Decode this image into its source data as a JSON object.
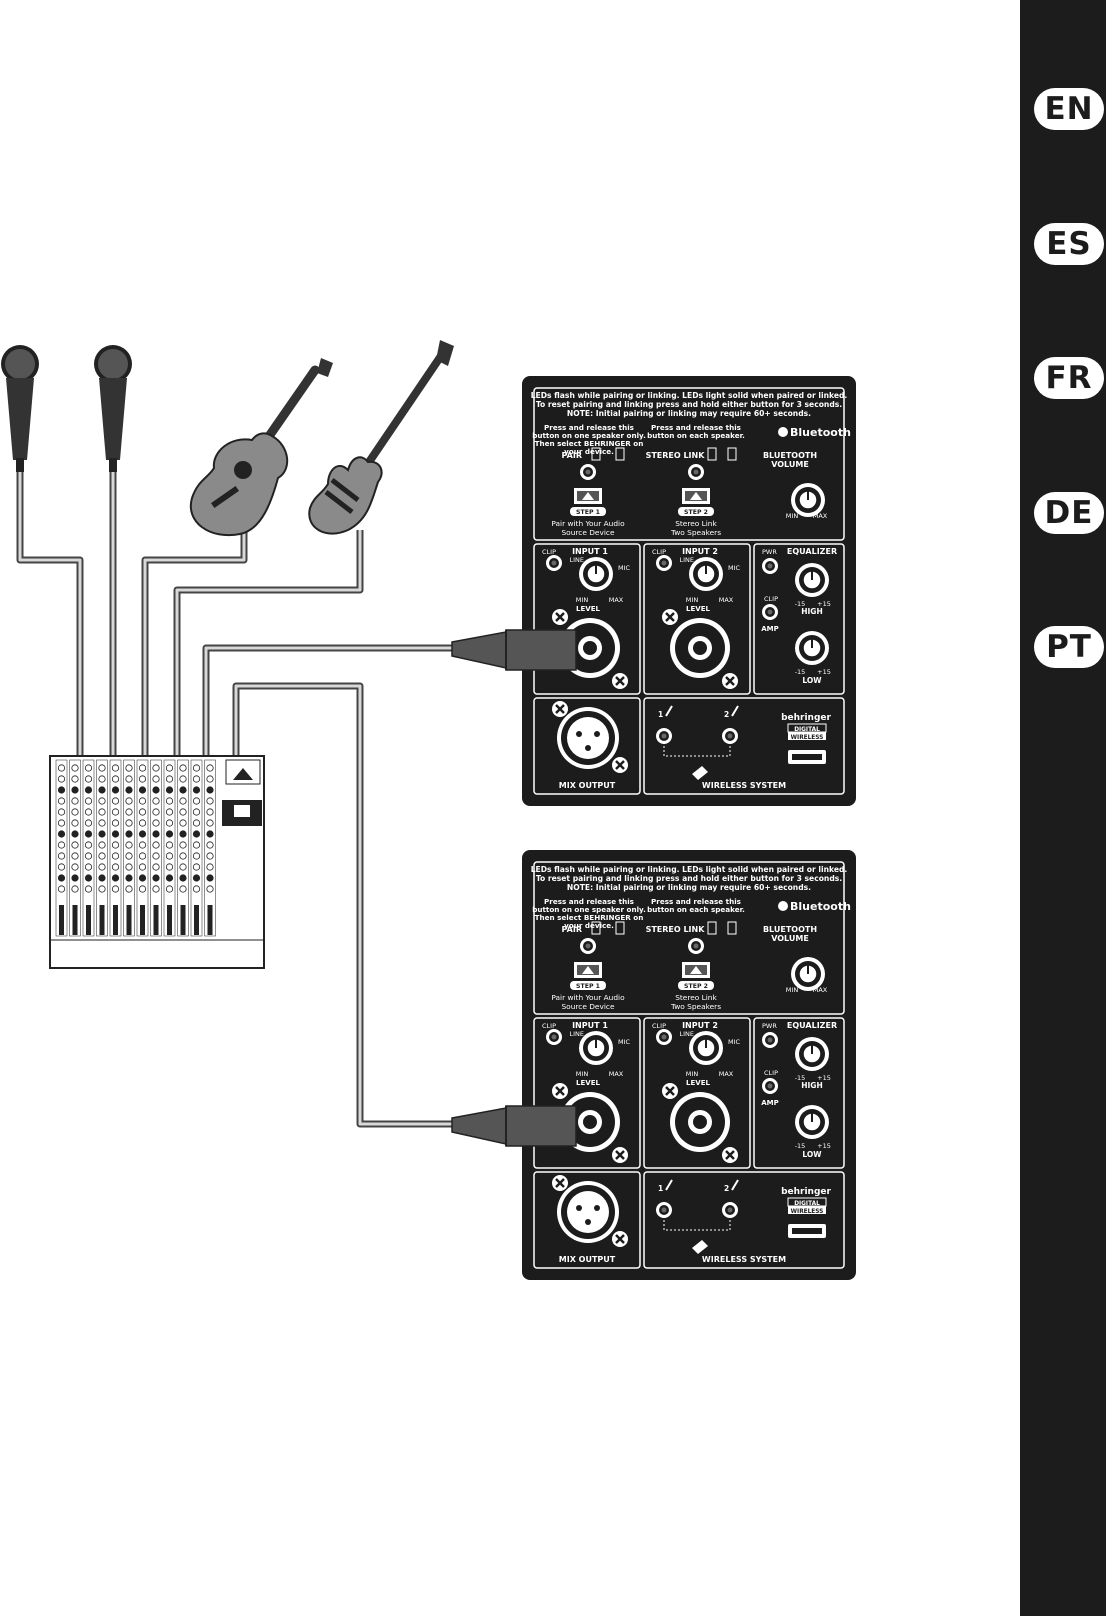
{
  "languages": [
    "EN",
    "ES",
    "FR",
    "DE",
    "PT"
  ],
  "panel": {
    "notice_1": "LEDs flash while pairing or linking. LEDs light solid when paired or linked.",
    "notice_2": "To reset pairing and linking press and hold either button for 3 seconds.",
    "notice_3": "NOTE: Initial pairing or linking may require 60+ seconds.",
    "pair_hint_1": "Press and release this",
    "pair_hint_2": "button on one speaker only.",
    "pair_hint_3": "Then select BEHRINGER on",
    "pair_hint_4": "your device.",
    "link_hint_1": "Press and release this",
    "link_hint_2": "button on each speaker.",
    "bluetooth": "Bluetooth",
    "pair": "PAIR",
    "stereo_link": "STEREO LINK",
    "bt_volume_1": "BLUETOOTH",
    "bt_volume_2": "VOLUME",
    "min": "MIN",
    "max": "MAX",
    "step1": "STEP 1",
    "step2": "STEP 2",
    "step1_desc_1": "Pair with Your Audio",
    "step1_desc_2": "Source Device",
    "step2_desc_1": "Stereo Link",
    "step2_desc_2": "Two Speakers",
    "clip": "CLIP",
    "input1": "INPUT 1",
    "input2": "INPUT 2",
    "line": "LINE",
    "mic": "MIC",
    "level": "LEVEL",
    "pwr": "PWR",
    "equalizer": "EQUALIZER",
    "amp": "AMP",
    "minus15": "-15",
    "plus15": "+15",
    "high": "HIGH",
    "low": "LOW",
    "mix_output": "MIX OUTPUT",
    "wireless_system": "WIRELESS SYSTEM",
    "wl_1": "1",
    "wl_2": "2",
    "brand": "behringer",
    "digital": "DIGITAL",
    "wireless": "WIRELESS"
  },
  "colors": {
    "panel": "#1c1c1c",
    "sidebar": "#1c1c1c",
    "cable": "#9a9a9a",
    "instrument": "#8a8a8a"
  }
}
